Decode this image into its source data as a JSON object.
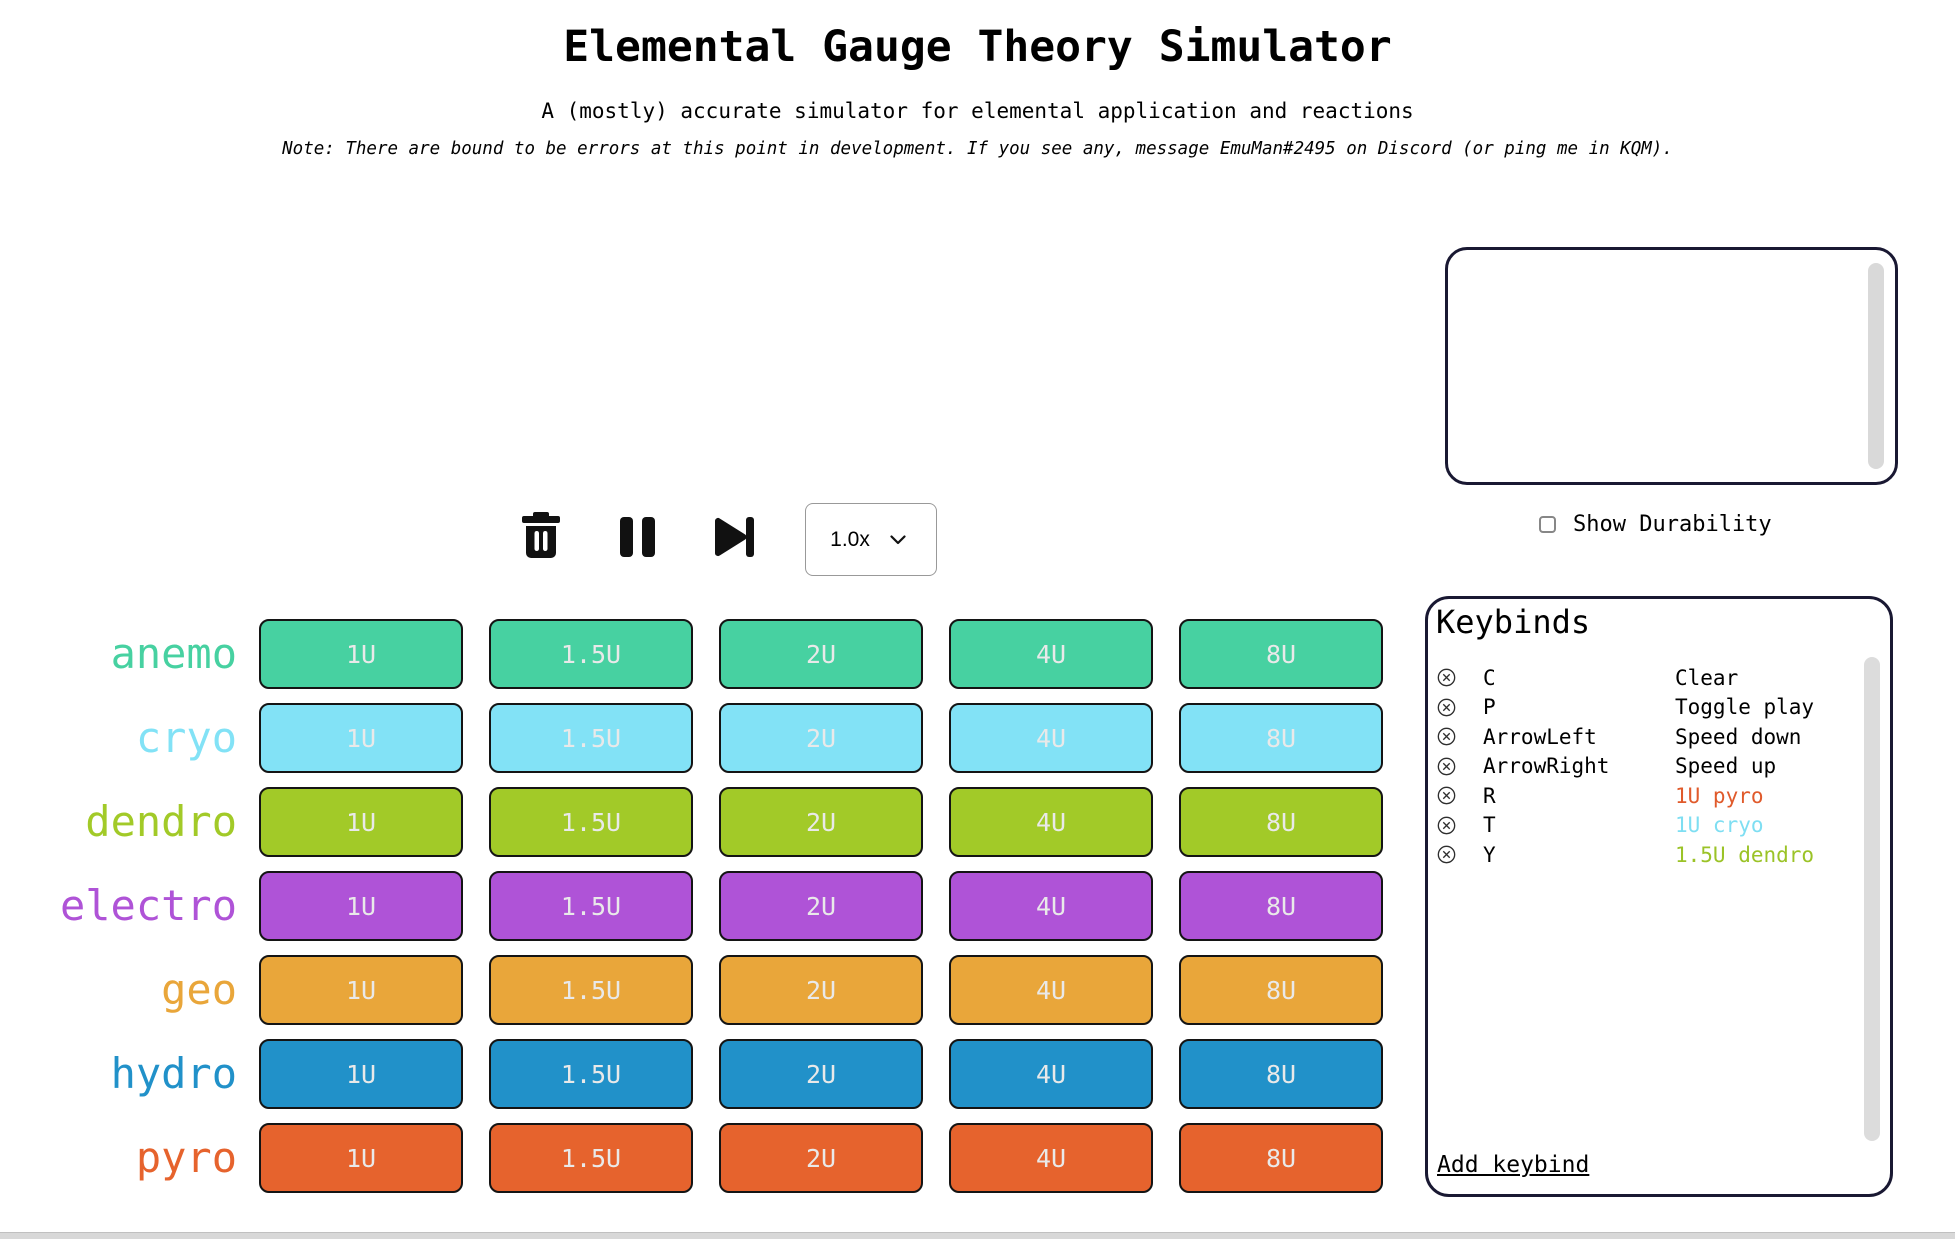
{
  "header": {
    "title": "Elemental Gauge Theory Simulator",
    "subtitle": "A (mostly) accurate simulator for elemental application and reactions",
    "note": "Note: There are bound to be errors at this point in development. If you see any, message EmuMan#2495 on Discord (or ping me in KQM)."
  },
  "controls": {
    "clear_icon": "trash-icon",
    "pause_icon": "pause-icon",
    "skip_icon": "skip-forward-icon",
    "speed_value": "1.0x",
    "speed_chevron": "chevron-down-icon"
  },
  "durability": {
    "label": "Show Durability",
    "checked": false
  },
  "gauge_levels": [
    "1U",
    "1.5U",
    "2U",
    "4U",
    "8U"
  ],
  "elements": [
    {
      "name": "anemo",
      "color": "#47d1a1"
    },
    {
      "name": "cryo",
      "color": "#82e2f6"
    },
    {
      "name": "dendro",
      "color": "#a2ca28"
    },
    {
      "name": "electro",
      "color": "#af53d7"
    },
    {
      "name": "geo",
      "color": "#e9a63a"
    },
    {
      "name": "hydro",
      "color": "#2191c9"
    },
    {
      "name": "pyro",
      "color": "#e6632d"
    }
  ],
  "keybinds": {
    "title": "Keybinds",
    "add_label": "Add keybind",
    "remove_icon": "circle-x-icon",
    "items": [
      {
        "key": "C",
        "action": "Clear",
        "action_color": "#000000"
      },
      {
        "key": "P",
        "action": "Toggle play",
        "action_color": "#000000"
      },
      {
        "key": "ArrowLeft",
        "action": "Speed down",
        "action_color": "#000000"
      },
      {
        "key": "ArrowRight",
        "action": "Speed up",
        "action_color": "#000000"
      },
      {
        "key": "R",
        "action": "1U pyro",
        "action_color": "#e05a2b"
      },
      {
        "key": "T",
        "action": "1U cryo",
        "action_color": "#7edef2"
      },
      {
        "key": "Y",
        "action": "1.5U dendro",
        "action_color": "#9bc327"
      }
    ]
  },
  "colors": {
    "panel_border": "#191832",
    "button_border": "#141414",
    "button_text": "#e9e9e9",
    "scrollbar": "#d9d9d9"
  }
}
